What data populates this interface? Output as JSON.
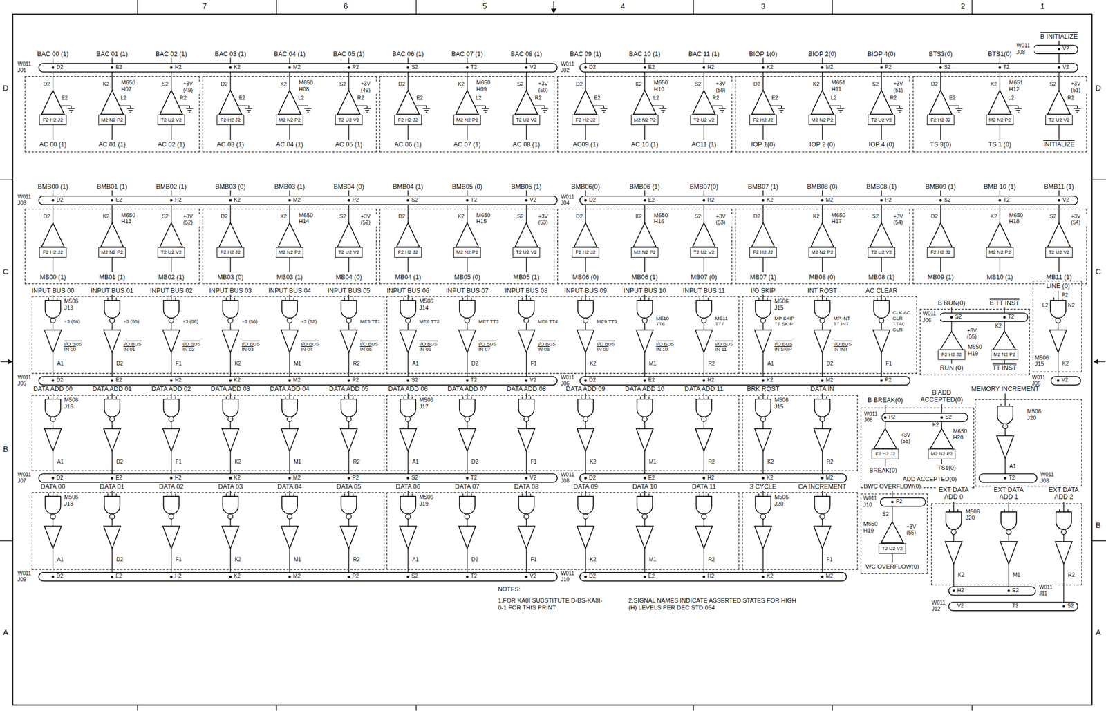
{
  "diagram": {
    "nodes": [
      {
        "text": [
          "M650 H07"
        ]
      },
      {
        "text": [
          "M650 H08"
        ]
      },
      {
        "text": [
          "M650 H09"
        ]
      },
      {
        "text": [
          "M650 H10"
        ]
      },
      {
        "text": [
          "M651 H11"
        ]
      },
      {
        "text": [
          "M651 H12"
        ]
      },
      {
        "text": [
          "M650 H13"
        ]
      },
      {
        "text": [
          "M650 H14"
        ]
      },
      {
        "text": [
          "M650 H15"
        ]
      },
      {
        "text": [
          "M650 H16"
        ]
      },
      {
        "text": [
          "M650 H17"
        ]
      },
      {
        "text": [
          "M650 H18"
        ]
      },
      {
        "text": [
          "M506 J13"
        ]
      },
      {
        "text": [
          "M506 J14"
        ]
      },
      {
        "text": [
          "M506 J15"
        ]
      },
      {
        "text": [
          "M650 H19"
        ]
      },
      {
        "text": [
          "M506 J15"
        ]
      },
      {
        "text": [
          "M506 J16"
        ]
      },
      {
        "text": [
          "M506 J17"
        ]
      },
      {
        "text": [
          "M506 J15"
        ]
      },
      {
        "text": [
          "M650 H20"
        ]
      },
      {
        "text": [
          "M506 J20"
        ]
      },
      {
        "text": [
          "M506 J18"
        ]
      },
      {
        "text": [
          "M506 J19"
        ]
      },
      {
        "text": [
          "M506 J20"
        ]
      },
      {
        "text": [
          "M650 H19"
        ]
      },
      {
        "text": [
          "M506 J20"
        ]
      }
    ],
    "labels": [
      "7",
      "6",
      "5",
      "4",
      "3",
      "2",
      "1",
      "D",
      "C",
      "B",
      "A",
      "D",
      "C",
      "B",
      "A",
      "BAC 00 (1)",
      "BAC 01 (1)",
      "BAC 02 (1)",
      "BAC 03 (1)",
      "BAC 04 (1)",
      "BAC 05 (1)",
      "BAC 06 (1)",
      "BAC 07 (1)",
      "BAC 08 (1)",
      "BAC 09 (1)",
      "BAC 10 (1)",
      "BAC 11 (1)",
      "BIOP 1(0)",
      "BIOP 2(0)",
      "BIOP 4(0)",
      "BTS3(0)",
      "BTS1(0)",
      "B INITIALIZE",
      "W011 J01",
      "D2",
      "E2",
      "H2",
      "K2",
      "M2",
      "P2",
      "S2",
      "T2",
      "V2",
      "W011 J02",
      "D2",
      "E2",
      "H2",
      "K2",
      "M2",
      "P2",
      "S2",
      "T2",
      "V2",
      "W011 J08",
      "V2",
      "D2",
      "K2",
      "S2",
      "D2",
      "K2",
      "S2",
      "D2",
      "K2",
      "S2",
      "D2",
      "K2",
      "S2",
      "D2",
      "K2",
      "S2",
      "D2",
      "K2",
      "S2",
      "E2",
      "L2",
      "R2",
      "E2",
      "L2",
      "R2",
      "E2",
      "L2",
      "R2",
      "E2",
      "L2",
      "R2",
      "E2",
      "L2",
      "R2",
      "E2",
      "L2",
      "R2",
      "F2 H2 J2",
      "M2 N2 P2",
      "T2 U2 V2",
      "F2 H2 J2",
      "M2 N2 P2",
      "T2 U2 V2",
      "F2 H2 J2",
      "M2 N2 P2",
      "T2 U2 V2",
      "F2 H2 J2",
      "M2 N2 P2",
      "T2 U2 V2",
      "F2 H2 J2",
      "M2 N2 P2",
      "T2 U2 V2",
      "F2 H2 J2",
      "M2 N2 P2",
      "T2 U2 V2",
      "+3V (49)",
      "+3V (49)",
      "+3V (50)",
      "+3V (50)",
      "+3V (51)",
      "+3V (51)",
      "AC 00 (1)",
      "AC 01 (1)",
      "AC 02 (1)",
      "AC 03 (1)",
      "AC 04 (1)",
      "AC 05 (1)",
      "AC 06 (1)",
      "AC 07 (1)",
      "AC 08 (1)",
      "AC09 (1)",
      "AC 10 (1)",
      "AC11 (1)",
      "IOP 1(0)",
      "IOP 2 (0)",
      "IOP 4 (0)",
      "TS 3(0)",
      "TS 1 (0)",
      "INITIALIZE",
      "BMB00 (1)",
      "BMB01 (1)",
      "BMB02 (1)",
      "BMB03 (0)",
      "BMB03 (1)",
      "BMB04 (0)",
      "BMB04 (1)",
      "BMB05 (0)",
      "BMB05 (1)",
      "BMB06(0)",
      "BMB06 (1)",
      "BMB07(0)",
      "BMB07 (1)",
      "BMB08 (0)",
      "BMB08 (1)",
      "BMB09 (1)",
      "BMB 10 (1)",
      "BMB11 (1)",
      "W011 J03",
      "D2",
      "E2",
      "H2",
      "K2",
      "M2",
      "P2",
      "S2",
      "T2",
      "V2",
      "W011 J04",
      "D2",
      "E2",
      "H2",
      "K2",
      "M2",
      "P2",
      "S2",
      "T2",
      "V2",
      "D2",
      "K2",
      "S2",
      "D2",
      "K2",
      "S2",
      "D2",
      "K2",
      "S2",
      "D2",
      "K2",
      "S2",
      "D2",
      "K2",
      "S2",
      "D2",
      "K2",
      "S2",
      "F2 H2 J2",
      "M2 N2 P2",
      "T2 U2 V2",
      "F2 H2 J2",
      "M2 N2 P2",
      "T2 U2 V2",
      "F2 H2 J2",
      "M2 N2 P2",
      "T2 U2 V2",
      "F2 H2 J2",
      "M2 N2 P2",
      "T2 U2 V2",
      "F2 H2 J2",
      "M2 N2 P2",
      "T2 U2 V2",
      "F2 H2 J2",
      "M2 N2 P2",
      "T2 U2 V2",
      "+3V (52)",
      "+3V (52)",
      "+3V (53)",
      "+3V (53)",
      "+3V (54)",
      "+3V (54)",
      "MB00 (1)",
      "MB01 (1)",
      "MB02 (1)",
      "MB03 (0)",
      "MB03 (1)",
      "MB04 (0)",
      "MB04 (1)",
      "MB05 (0)",
      "MB05 (1)",
      "MB06 (0)",
      "MB06 (1)",
      "MB07 (0)",
      "MB07 (1)",
      "MB08 (0)",
      "MB08 (1)",
      "MB09 (1)",
      "MB10 (1)",
      "MB11 (1)",
      "INPUT BUS 00",
      "INPUT BUS 01",
      "INPUT BUS 02",
      "INPUT BUS 03",
      "INPUT BUS 04",
      "INPUT BUS 05",
      "INPUT BUS 06",
      "INPUT BUS 07",
      "INPUT BUS 08",
      "INPUT BUS 09",
      "INPUT BUS 10",
      "INPUT BUS 11",
      "I/O SKIP",
      "INT RQST",
      "AC CLEAR",
      "+3 (56)",
      "+3 (56)",
      "+3 (56)",
      "+3 (56)",
      "+3 (52)",
      "ME5 TT1",
      "ME6 TT2",
      "ME7 TT3",
      "ME8 TT4",
      "ME9 TT5",
      "ME10 TT6",
      "ME11 TT7",
      "MP SKIP TT SKIP",
      "MP INT TT INT",
      "CLK AC CLR TTAC CLR",
      "I/O BUS IN 00",
      "I/O BUS IN 01",
      "I/O BUS IN 02",
      "I/O BUS IN 03",
      "I/O BUS IN 04",
      "I/O BUS IN 05",
      "I/O BUS IN 06",
      "I/O BUS IN 07",
      "I/O BUS IN 08",
      "I/O BUS IN 09",
      "I/O BUS IN 10",
      "I/O BUS IN 11",
      "I/O BUS IN SKIP",
      "I/O BUS IN INT",
      "A1",
      "D2",
      "F1",
      "K2",
      "M1",
      "R2",
      "A1",
      "D2",
      "F1",
      "K2",
      "M1",
      "R2",
      "A1",
      "D2",
      "F1",
      "W011 J05",
      "D2",
      "E2",
      "H2",
      "K2",
      "M2",
      "P2",
      "S2",
      "T2",
      "V2",
      "W011 J06",
      "D2",
      "E2",
      "H2",
      "K2",
      "M2",
      "P2",
      "B RUN(0)",
      "B TT INST",
      "W011 J06",
      "S2",
      "T2",
      "K2",
      "F2 H2 J2",
      "M2 N2 P2",
      "+3V (55)",
      "RUN (0)",
      "TT INST",
      "LINE (0)",
      "P2",
      "L2",
      "N2",
      "K2",
      "W011 J06",
      "V2",
      "DATA ADD 00",
      "DATA ADD 01",
      "DATA ADD 02",
      "DATA ADD 03",
      "DATA ADD 04",
      "DATA ADD 05",
      "DATA ADD 06",
      "DATA ADD 07",
      "DATA ADD 08",
      "DATA ADD 09",
      "DATA ADD 10",
      "DATA ADD 11",
      "BRK RQST",
      "DATA IN",
      "A1",
      "D2",
      "F1",
      "K2",
      "M1",
      "R2",
      "A1",
      "D2",
      "F1",
      "K2",
      "M1",
      "R2",
      "K2",
      "R2",
      "W011 J07",
      "D2",
      "E2",
      "H2",
      "K2",
      "M2",
      "P2",
      "S2",
      "T2",
      "V2",
      "W011 J08",
      "D2",
      "E2",
      "H2",
      "K2",
      "M2",
      "B BREAK(0)",
      "B ADD ACCEPTED(0)",
      "W011 J08",
      "P2",
      "S2",
      "K2",
      "F2 H2 J2",
      "M2 N2 P2",
      "+3V (55)",
      "BREAK(0)",
      "TS1(0)",
      "ADD ACCEPTED(0)",
      "MEMORY INCREMENT",
      "A1",
      "W011 J08",
      "T2",
      "DATA 00",
      "DATA 01",
      "DATA 02",
      "DATA 03",
      "DATA 04",
      "DATA 05",
      "DATA 06",
      "DATA 07",
      "DATA 08",
      "DATA 09",
      "DATA 10",
      "DATA 11",
      "3 CYCLE",
      "CA INCREMENT",
      "A1",
      "D2",
      "F1",
      "K2",
      "M1",
      "R2",
      "A1",
      "D2",
      "F1",
      "K2",
      "M1",
      "R2",
      "F1",
      "W011 J09",
      "D2",
      "E2",
      "H2",
      "K2",
      "M2",
      "P2",
      "S2",
      "T2",
      "V2",
      "W011 J10",
      "D2",
      "E2",
      "H2",
      "K2",
      "M2",
      "BWC OVERFLOW(0)",
      "W011 J10",
      "P2",
      "S2",
      "T2 U2 V2",
      "+3V (55)",
      "WC OVERFLOW(0)",
      "EXT DATA ADD 0",
      "EXT DATA ADD 1",
      "EXT DATA ADD 2",
      "K2",
      "M1",
      "R2",
      "W011 J11",
      "H2",
      "E2",
      "W011 J12",
      "V2",
      "T2",
      "S2",
      "NOTES:",
      "1.FOR KA8I SUBSTITUTE D-BS-KA8I-0-1 FOR THIS PRINT",
      "2.SIGNAL NAMES INDICATE ASSERTED STATES FOR HIGH (H) LEVELS PER DEC STD 054"
    ]
  }
}
